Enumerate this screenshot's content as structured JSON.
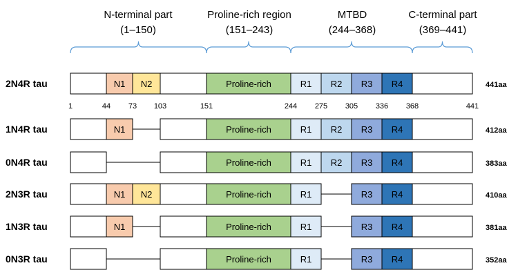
{
  "regions": [
    {
      "id": "nterm",
      "title": "N-terminal part",
      "range": "(1–150)"
    },
    {
      "id": "prr",
      "title": "Proline-rich region",
      "range": "(151–243)"
    },
    {
      "id": "mtbd",
      "title": "MTBD",
      "range": "(244–368)"
    },
    {
      "id": "cterm",
      "title": "C-terminal part",
      "range": "(369–441)"
    }
  ],
  "positions": [
    "1",
    "44",
    "73",
    "103",
    "151",
    "244",
    "275",
    "305",
    "336",
    "368",
    "441"
  ],
  "segment_labels": {
    "N1": "N1",
    "N2": "N2",
    "PRR": "Proline-rich",
    "R1": "R1",
    "R2": "R2",
    "R3": "R3",
    "R4": "R4"
  },
  "colors": {
    "N1": "#F8CBAD",
    "N2": "#FFE699",
    "PRR": "#A9D18E",
    "R1": "#DEEBF7",
    "R2": "#BDD7EE",
    "R3": "#8FAADC",
    "R4": "#2E75B6",
    "plain": "#FFFFFF",
    "bracket": "#5B9BD5"
  },
  "isoforms": [
    {
      "name": "2N4R tau",
      "length": "441aa",
      "segments": [
        "N1",
        "N2",
        "R1",
        "R2",
        "R3",
        "R4"
      ]
    },
    {
      "name": "1N4R tau",
      "length": "412aa",
      "segments": [
        "N1",
        "R1",
        "R2",
        "R3",
        "R4"
      ]
    },
    {
      "name": "0N4R tau",
      "length": "383aa",
      "segments": [
        "R1",
        "R2",
        "R3",
        "R4"
      ]
    },
    {
      "name": "2N3R tau",
      "length": "410aa",
      "segments": [
        "N1",
        "N2",
        "R1",
        "R3",
        "R4"
      ]
    },
    {
      "name": "1N3R tau",
      "length": "381aa",
      "segments": [
        "N1",
        "R1",
        "R3",
        "R4"
      ]
    },
    {
      "name": "0N3R tau",
      "length": "352aa",
      "segments": [
        "R1",
        "R3",
        "R4"
      ]
    }
  ]
}
